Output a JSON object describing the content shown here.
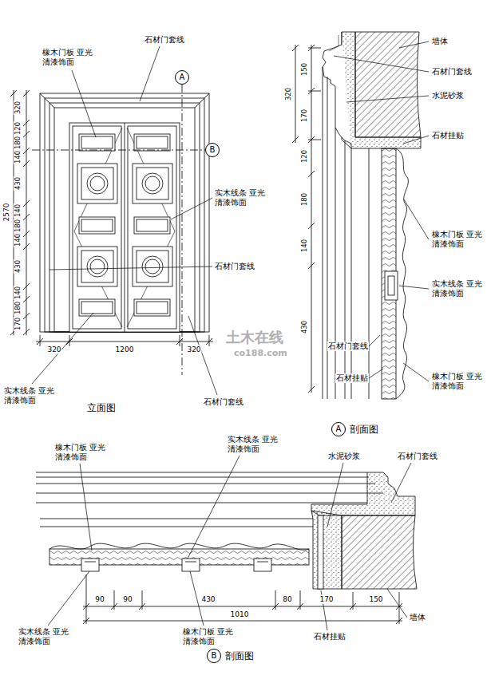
{
  "diagram": {
    "nodes": [
      {
        "text": [
          "A"
        ]
      },
      {
        "text": [
          "B"
        ]
      },
      {
        "text": [
          "A"
        ]
      },
      {
        "text": [
          "B"
        ]
      }
    ],
    "labels": [
      "橡木门板 亚光清漆饰面",
      "石材门套线",
      "320",
      "120",
      "180",
      "140",
      "430",
      "140",
      "180",
      "140",
      "430",
      "140",
      "180",
      "170",
      "2570",
      "实木线条 亚光清漆饰面",
      "石材门套线",
      "320",
      "1200",
      "320",
      "实木线条 亚光清漆饰面",
      "石材门套线",
      "立面图",
      "土木在线",
      "co188.com",
      "墙体",
      "石材门套线",
      "水泥砂浆",
      "石材挂贴",
      "橡木门板 亚光清漆饰面",
      "实木线条 亚光清漆饰面",
      "橡木门板 亚光清漆饰面",
      "石材门套线",
      "石材挂贴",
      "150",
      "320",
      "170",
      "120",
      "180",
      "140",
      "430",
      "剖面图",
      "橡木门板 亚光清漆饰面",
      "实木线条 亚光清漆饰面",
      "水泥砂浆",
      "石材门套线",
      "90",
      "90",
      "430",
      "80",
      "170",
      "150",
      "1010",
      "实木线条 亚光清漆饰面",
      "橡木门板 亚光清漆饰面",
      "石材挂贴",
      "墙体",
      "剖面图"
    ]
  }
}
